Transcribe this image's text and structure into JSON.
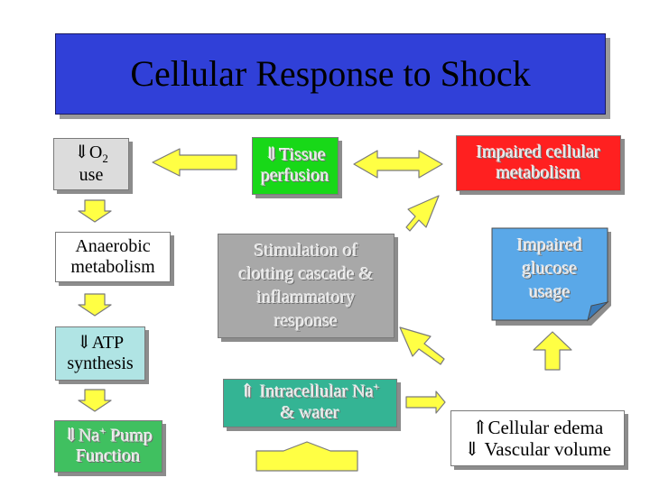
{
  "title": "Cellular Response to Shock",
  "nodes": {
    "o2_use": {
      "arrow": "⇓",
      "main": "O",
      "sub": "2",
      "line2": "use"
    },
    "anaerobic": {
      "line1": "Anaerobic",
      "line2": "metabolism"
    },
    "atp": {
      "arrow": "⇓",
      "line1": "ATP",
      "line2": "synthesis"
    },
    "na_pump": {
      "arrow": "⇓",
      "line1a": "Na",
      "sup": "+",
      "line1b": " Pump",
      "line2": "Function"
    },
    "tissue": {
      "arrow": "⇓",
      "line1": "Tissue",
      "line2": "perfusion"
    },
    "clotting": {
      "line1": "Stimulation of",
      "line2": "clotting cascade &",
      "line3": "inflammatory",
      "line4": "response"
    },
    "intracellular": {
      "arrow": "⇑",
      "line1a": " Intracellular Na",
      "sup": "+",
      "line2": "& water"
    },
    "impaired_metabolism": {
      "line1": "Impaired cellular",
      "line2": "metabolism"
    },
    "impaired_glucose": {
      "line1": "Impaired",
      "line2": "glucose",
      "line3": "usage"
    },
    "edema": {
      "arrow1": "⇑",
      "line1": "Cellular edema",
      "arrow2": "⇓",
      "line2": " Vascular volume"
    }
  },
  "colors": {
    "title_bg": "#3040d8",
    "o2_bg": "#dcdcdc",
    "anaerobic_bg": "#ffffff",
    "atp_bg": "#b0e4e4",
    "na_pump_bg": "#40c060",
    "tissue_bg": "#18d818",
    "clotting_bg": "#a8a8a8",
    "intracellular_bg": "#34b494",
    "impaired_metabolism_bg": "#ff2020",
    "impaired_glucose_bg": "#5aa8e8",
    "edema_bg": "#ffffff",
    "arrow_fill": "#ffff44",
    "arrow_stroke": "#7a7a7a"
  }
}
